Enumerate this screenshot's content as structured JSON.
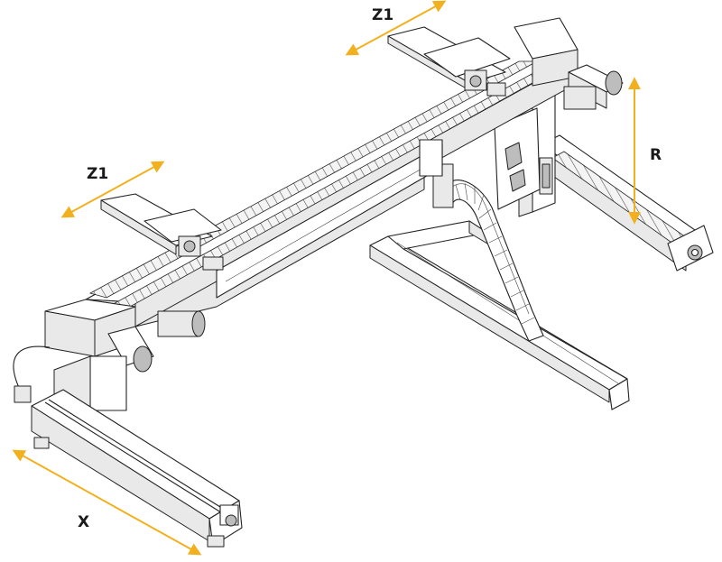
{
  "diagram": {
    "accent_color": "#f2b01e",
    "labels": {
      "z1_top": "Z1",
      "z1_left": "Z1",
      "r": "R",
      "x": "X"
    }
  }
}
